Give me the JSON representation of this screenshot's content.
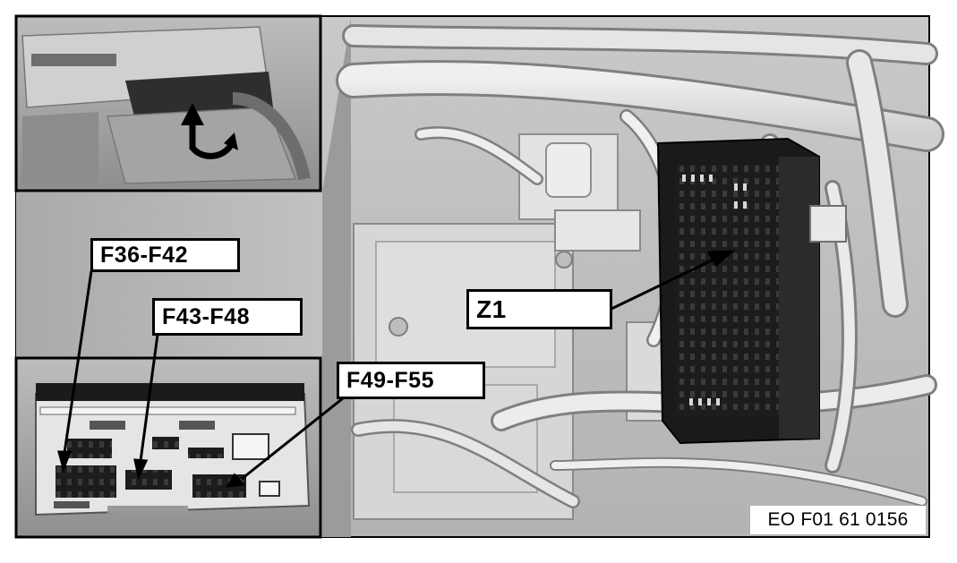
{
  "labels": {
    "f36_f42": "F36-F42",
    "f43_f48": "F43-F48",
    "f49_f55": "F49-F55",
    "z1": "Z1"
  },
  "document_code": "EO F01 61 0156"
}
